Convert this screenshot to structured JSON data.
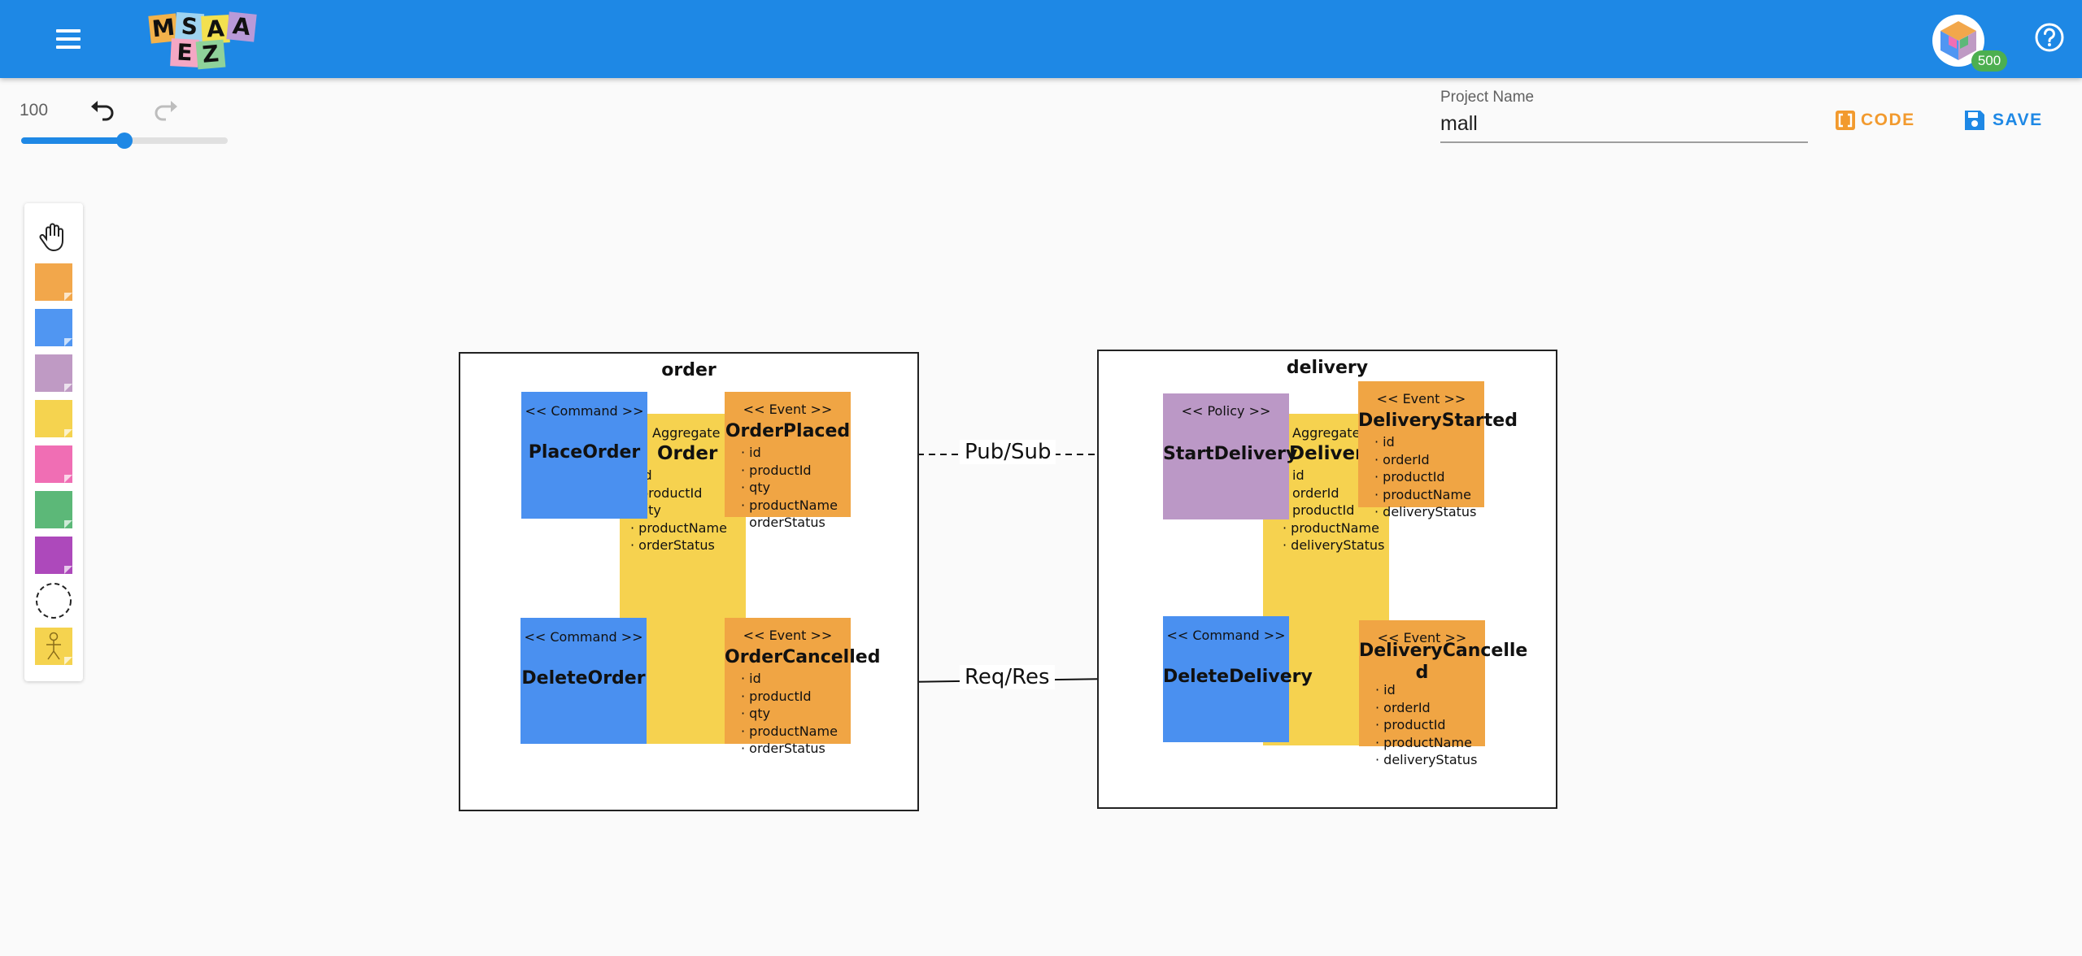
{
  "app": {
    "logo_letters": [
      "M",
      "S",
      "A",
      "E",
      "Z"
    ],
    "credits": "500"
  },
  "toolbar": {
    "zoom": "100",
    "zoom_percent": 50,
    "project_label": "Project Name",
    "project_name": "mall",
    "code_label": "CODE",
    "save_label": "SAVE"
  },
  "palette": [
    {
      "name": "hand-tool",
      "kind": "hand"
    },
    {
      "name": "event-sticker",
      "color": "#f2a74b"
    },
    {
      "name": "command-sticker",
      "color": "#5096f2"
    },
    {
      "name": "policy-sticker",
      "color": "#bf9ac4"
    },
    {
      "name": "aggregate-sticker",
      "color": "#f5d34f"
    },
    {
      "name": "external-sticker",
      "color": "#f06eb4"
    },
    {
      "name": "readmodel-sticker",
      "color": "#5cb878"
    },
    {
      "name": "issue-sticker",
      "color": "#ad49bb"
    },
    {
      "name": "bounded-context-tool",
      "kind": "dashed-circle"
    },
    {
      "name": "actor-tool",
      "kind": "actor",
      "color": "#f5d34f"
    }
  ],
  "colors": {
    "command": "#4a90f0",
    "event": "#f0a544",
    "policy": "#bb98c6",
    "aggregate": "#f6d24f"
  },
  "diagram": {
    "order": {
      "title": "order",
      "place_order": {
        "stereotype": "<< Command >>",
        "name": "PlaceOrder"
      },
      "delete_order": {
        "stereotype": "<< Command >>",
        "name": "DeleteOrder"
      },
      "aggregate": {
        "stereotype": "Aggregate >",
        "name": "Order",
        "attrs": [
          "id",
          "productId",
          "qty",
          "· productName",
          "· orderStatus"
        ]
      },
      "order_placed": {
        "stereotype": "<< Event >>",
        "name": "OrderPlaced",
        "attrs": [
          "· id",
          "· productId",
          "· qty",
          "· productName",
          "  orderStatus"
        ]
      },
      "order_cancelled": {
        "stereotype": "<< Event >>",
        "name": "OrderCancelled",
        "attrs": [
          "· id",
          "· productId",
          "· qty",
          "· productName",
          "· orderStatus"
        ]
      }
    },
    "delivery": {
      "title": "delivery",
      "start_delivery": {
        "stereotype": "<< Policy >>",
        "name": "StartDelivery"
      },
      "delete_delivery": {
        "stereotype": "<< Command >>",
        "name": "DeleteDelivery"
      },
      "aggregate": {
        "stereotype": "Aggregate",
        "name": "Delivery",
        "attrs": [
          "id",
          "orderId",
          "productId",
          "· productName",
          "· deliveryStatus"
        ]
      },
      "delivery_started": {
        "stereotype": "<< Event >>",
        "name": "DeliveryStarted",
        "attrs": [
          "· id",
          "· orderId",
          "· productId",
          "· productName",
          "· deliveryStatus"
        ]
      },
      "delivery_cancelled": {
        "stereotype": "<< Event >>",
        "name": "DeliveryCancelle\nd",
        "attrs": [
          "· id",
          "· orderId",
          "· productId",
          "· productName",
          "· deliveryStatus"
        ]
      }
    },
    "connectors": {
      "pubsub": "Pub/Sub",
      "reqres": "Req/Res"
    }
  }
}
